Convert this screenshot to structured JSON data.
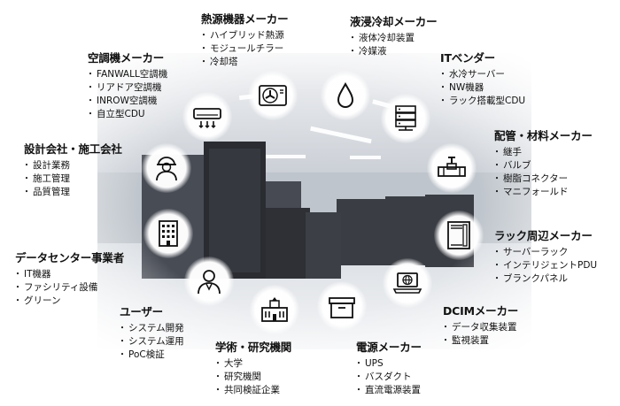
{
  "groups": [
    {
      "key": "heat",
      "title": "熱源機器メーカー",
      "items": [
        "ハイブリッド熱源",
        "モジュールチラー",
        "冷却塔"
      ]
    },
    {
      "key": "immersion",
      "title": "液浸冷却メーカー",
      "items": [
        "液体冷却装置",
        "冷媒液"
      ]
    },
    {
      "key": "aircon",
      "title": "空調機メーカー",
      "items": [
        "FANWALL空調機",
        "リアドア空調機",
        "INROW空調機",
        "自立型CDU"
      ]
    },
    {
      "key": "itvendor",
      "title": "ITベンダー",
      "items": [
        "水冷サーバー",
        "NW機器",
        "ラック搭載型CDU"
      ]
    },
    {
      "key": "piping",
      "title": "配管・材料メーカー",
      "items": [
        "継手",
        "バルブ",
        "樹脂コネクター",
        "マニフォールド"
      ]
    },
    {
      "key": "design",
      "title": "設計会社・施工会社",
      "items": [
        "設計業務",
        "施工管理",
        "品質管理"
      ]
    },
    {
      "key": "rack",
      "title": "ラック周辺メーカー",
      "items": [
        "サーバーラック",
        "インテリジェントPDU",
        "ブランクパネル"
      ]
    },
    {
      "key": "dcoperator",
      "title": "データセンター事業者",
      "items": [
        "IT機器",
        "ファシリティ設備",
        "グリーン"
      ]
    },
    {
      "key": "dcim",
      "title": "DCIMメーカー",
      "items": [
        "データ収集装置",
        "監視装置"
      ]
    },
    {
      "key": "user",
      "title": "ユーザー",
      "items": [
        "システム開発",
        "システム運用",
        "PoC検証"
      ]
    },
    {
      "key": "academic",
      "title": "学術・研究機関",
      "items": [
        "大学",
        "研究機関",
        "共同検証企業"
      ]
    },
    {
      "key": "power",
      "title": "電源メーカー",
      "items": [
        "UPS",
        "バスダクト",
        "直流電源装置"
      ]
    }
  ],
  "icons": [
    "air-conditioner-icon",
    "outdoor-unit-fan-icon",
    "water-drop-icon",
    "server-icon",
    "pipe-valve-icon",
    "rack-pdu-icon",
    "laptop-globe-icon",
    "box-icon",
    "university-building-icon",
    "user-icon",
    "office-building-icon",
    "worker-helmet-icon"
  ]
}
